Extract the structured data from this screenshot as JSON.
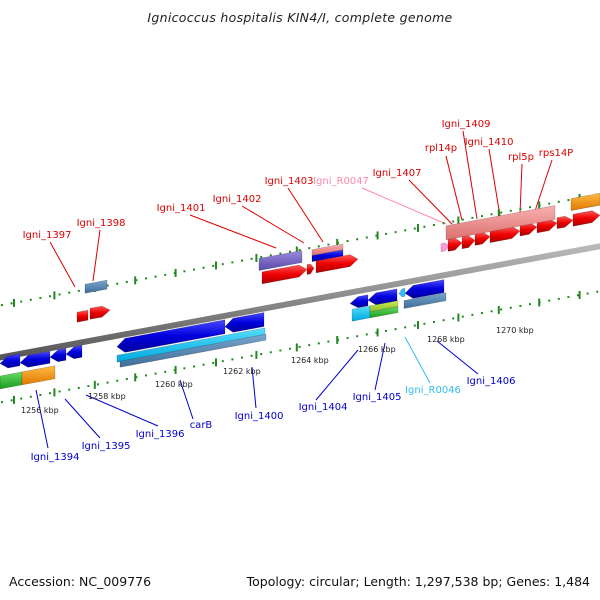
{
  "title": "Ignicoccus hospitalis KIN4/I, complete genome",
  "footer": {
    "accession": "Accession: NC_009776",
    "summary": "Topology: circular; Length: 1,297,538 bp; Genes: 1,484"
  },
  "colors": {
    "forward_gene": "#ff0000",
    "reverse_gene": "#0000ee",
    "pseudo_label": "#ff88aa",
    "rna_label": "#33bbee",
    "backbone": "#888888",
    "tick": "#228822"
  },
  "scale_labels": [
    "1256 kbp",
    "1258 kbp",
    "1260 kbp",
    "1262 kbp",
    "1264 kbp",
    "1266 kbp",
    "1268 kbp",
    "1270 kbp"
  ],
  "upper_labels": [
    "Igni_1397",
    "Igni_1398",
    "Igni_1401",
    "Igni_1402",
    "Igni_1403",
    "Igni_R0047",
    "Igni_1407",
    "rpl14p",
    "Igni_1409",
    "Igni_1410",
    "rpl5p",
    "rps14P"
  ],
  "lower_labels": [
    "Igni_1394",
    "Igni_1395",
    "Igni_1396",
    "carB",
    "Igni_1400",
    "Igni_1404",
    "Igni_1405",
    "Igni_R0046",
    "Igni_1406"
  ]
}
